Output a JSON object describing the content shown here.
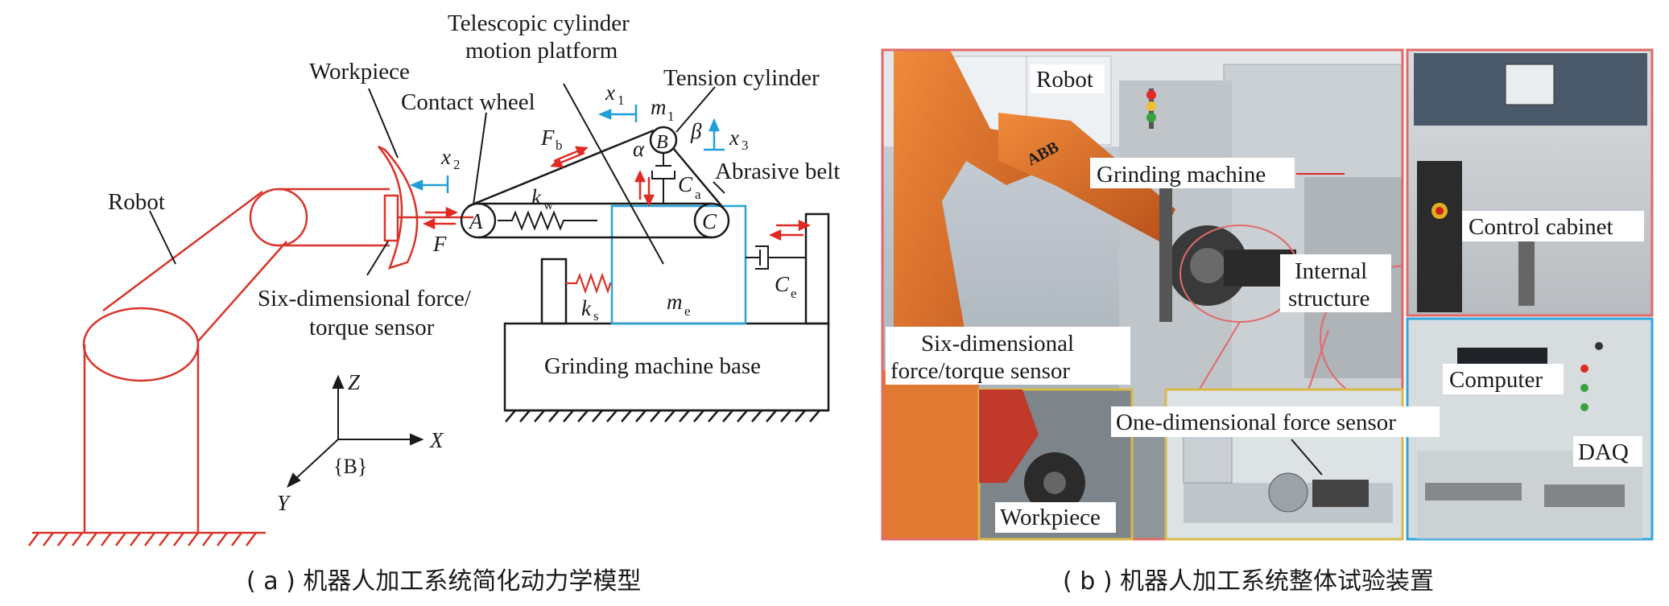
{
  "left_diagram": {
    "labels": {
      "telescopic_line1": "Telescopic cylinder",
      "telescopic_line2": "motion platform",
      "workpiece": "Workpiece",
      "tension_cylinder": "Tension cylinder",
      "contact_wheel": "Contact wheel",
      "abrasive_belt": "Abrasive belt",
      "robot": "Robot",
      "sensor_line1": "Six-dimensional force/",
      "sensor_line2": "torque sensor",
      "base": "Grinding machine base",
      "frame": "{B}"
    },
    "symbols": {
      "x1": "x",
      "x1_sub": "1",
      "x2": "x",
      "x2_sub": "2",
      "x3": "x",
      "x3_sub": "3",
      "m1": "m",
      "m1_sub": "1",
      "Fb": "F",
      "Fb_sub": "b",
      "alpha": "α",
      "beta": "β",
      "Ca": "C",
      "Ca_sub": "a",
      "kw": "k",
      "kw_sub": "w",
      "ks": "k",
      "ks_sub": "s",
      "me": "m",
      "me_sub": "e",
      "Ce": "C",
      "Ce_sub": "e",
      "F": "F",
      "node_A": "A",
      "node_B": "B",
      "node_C": "C",
      "axis_Z": "Z",
      "axis_X": "X",
      "axis_Y": "Y"
    },
    "caption": "( a ) 机器人加工系统简化动力学模型"
  },
  "right_photo": {
    "labels": {
      "robot": "Robot",
      "grinding_machine": "Grinding machine",
      "internal_line1": "Internal",
      "internal_line2": "structure",
      "sensor_line1": "Six-dimensional",
      "sensor_line2": "force/torque sensor",
      "one_dim_sensor": "One-dimensional force sensor",
      "workpiece": "Workpiece",
      "control_cabinet": "Control cabinet",
      "computer": "Computer",
      "daq": "DAQ",
      "abb": "ABB"
    },
    "caption": "( b ) 机器人加工系统整体试验装置"
  },
  "colors": {
    "robot_red": "#d8342a",
    "arrow_red": "#e02a24",
    "platform_blue": "#29a3d6",
    "arrow_blue": "#1e9fd8",
    "photo_red_frame": "#e06a6a",
    "photo_blue_frame": "#2ea7e0",
    "photo_yellow_frame": "#d9b84a"
  }
}
